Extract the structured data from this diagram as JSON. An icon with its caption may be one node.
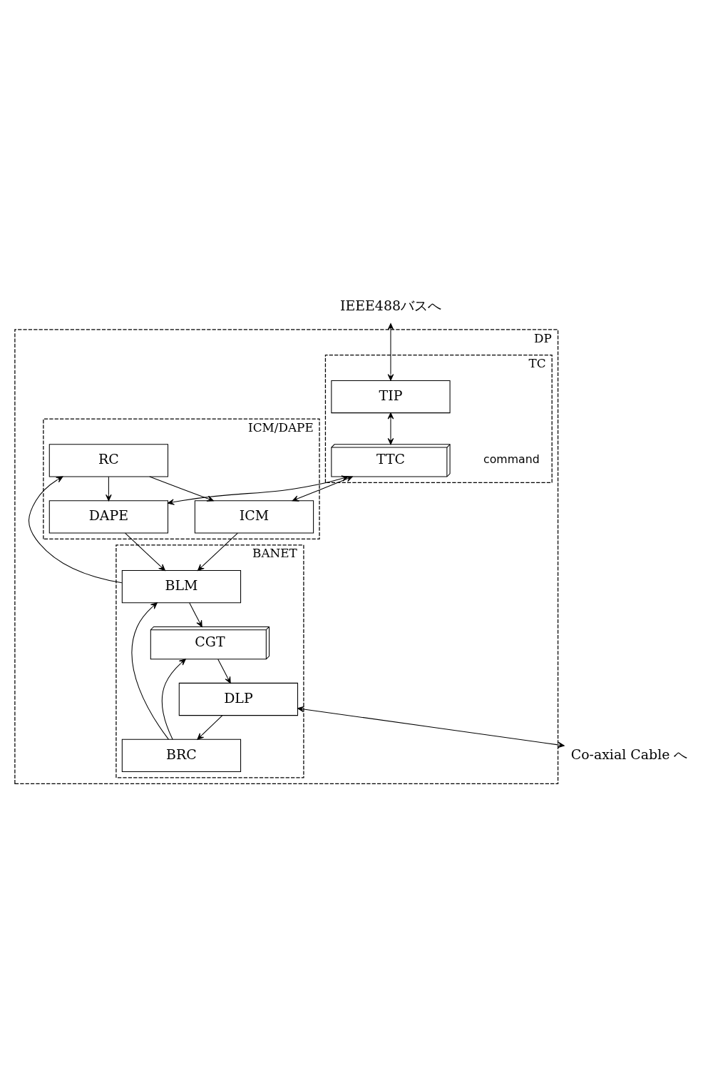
{
  "diagram": {
    "nodes": [
      {
        "text": [
          "IEEE488バスへ"
        ]
      },
      {
        "text": [
          "DP"
        ]
      },
      {
        "text": [
          "TC"
        ],
        "in": 1
      },
      {
        "text": [
          "TIP"
        ],
        "in": 2
      },
      {
        "text": [
          "TTC"
        ],
        "in": 2,
        "beside": [
          "command"
        ]
      },
      {
        "text": [
          "ICM/DAPE"
        ],
        "in": 1
      },
      {
        "text": [
          "DAPE"
        ],
        "in": 5
      },
      {
        "text": [
          "ICM"
        ],
        "in": 5
      },
      {
        "text": [
          "RC"
        ],
        "in": 5
      },
      {
        "text": [
          "BANET"
        ],
        "in": 1
      },
      {
        "text": [
          "BLM"
        ],
        "in": 9
      },
      {
        "text": [
          "CGT"
        ],
        "in": 9
      },
      {
        "text": [
          "BRC"
        ],
        "in": 9
      },
      {
        "text": [
          "DLP"
        ],
        "in": 9
      },
      {
        "text": [
          "Co-axial Cable へ"
        ]
      }
    ],
    "edges": [
      {
        "from": 0,
        "to": 3,
        "arrow": "both"
      },
      {
        "from": 3,
        "to": 4,
        "arrow": "both"
      },
      {
        "from": 4,
        "to": 6,
        "arrow": "both"
      },
      {
        "from": 4,
        "to": 7,
        "arrow": "both"
      },
      {
        "from": 8,
        "to": 6,
        "arrow": "to"
      },
      {
        "from": 8,
        "to": 7,
        "arrow": "to"
      },
      {
        "from": 6,
        "to": 10,
        "arrow": "to"
      },
      {
        "from": 7,
        "to": 10,
        "arrow": "to"
      },
      {
        "from": 10,
        "to": 8,
        "arrow": "to"
      },
      {
        "from": 10,
        "to": 11,
        "arrow": "to"
      },
      {
        "from": 12,
        "to": 11,
        "arrow": "to"
      },
      {
        "from": 12,
        "to": 10,
        "arrow": "to"
      },
      {
        "from": 11,
        "to": 13,
        "arrow": "to"
      },
      {
        "from": 13,
        "to": 12,
        "arrow": "to"
      },
      {
        "from": 13,
        "to": 14,
        "arrow": "both"
      }
    ]
  }
}
